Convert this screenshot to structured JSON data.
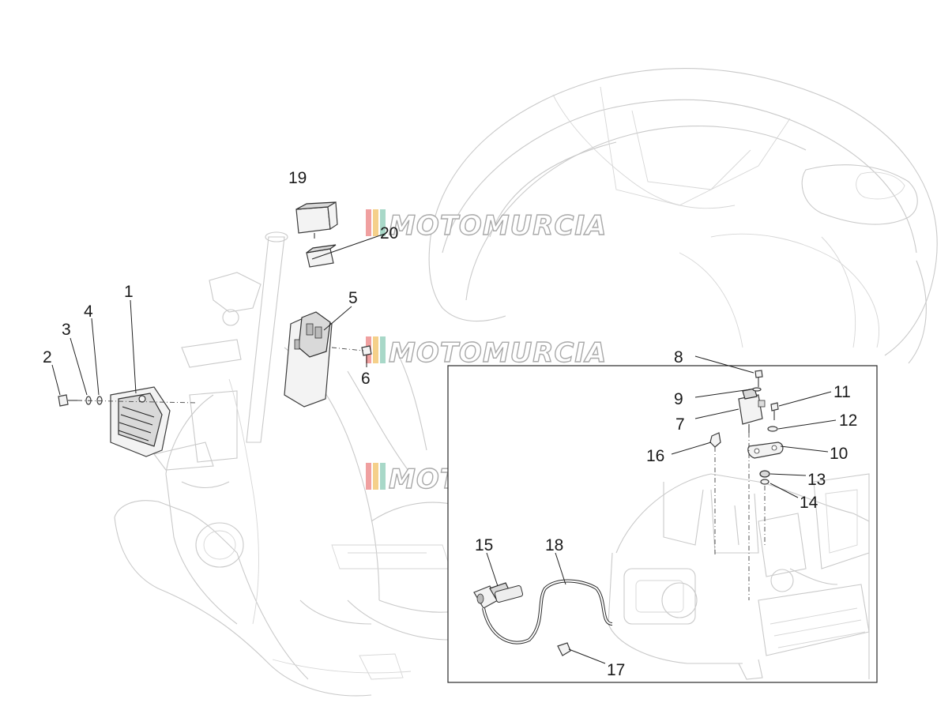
{
  "diagram": {
    "watermark": "MOTOMURCIA",
    "watermark_colors": [
      "#f0a0a0",
      "#f5d08a",
      "#a8d8c8"
    ],
    "callouts": [
      {
        "id": "c1",
        "label": "1"
      },
      {
        "id": "c2",
        "label": "2"
      },
      {
        "id": "c3",
        "label": "3"
      },
      {
        "id": "c4",
        "label": "4"
      },
      {
        "id": "c5",
        "label": "5"
      },
      {
        "id": "c6",
        "label": "6"
      },
      {
        "id": "c7",
        "label": "7"
      },
      {
        "id": "c8",
        "label": "8"
      },
      {
        "id": "c9",
        "label": "9"
      },
      {
        "id": "c10",
        "label": "10"
      },
      {
        "id": "c11",
        "label": "11"
      },
      {
        "id": "c12",
        "label": "12"
      },
      {
        "id": "c13",
        "label": "13"
      },
      {
        "id": "c14",
        "label": "14"
      },
      {
        "id": "c15",
        "label": "15"
      },
      {
        "id": "c16",
        "label": "16"
      },
      {
        "id": "c17",
        "label": "17"
      },
      {
        "id": "c18",
        "label": "18"
      },
      {
        "id": "c19",
        "label": "19"
      },
      {
        "id": "c20",
        "label": "20"
      }
    ]
  }
}
